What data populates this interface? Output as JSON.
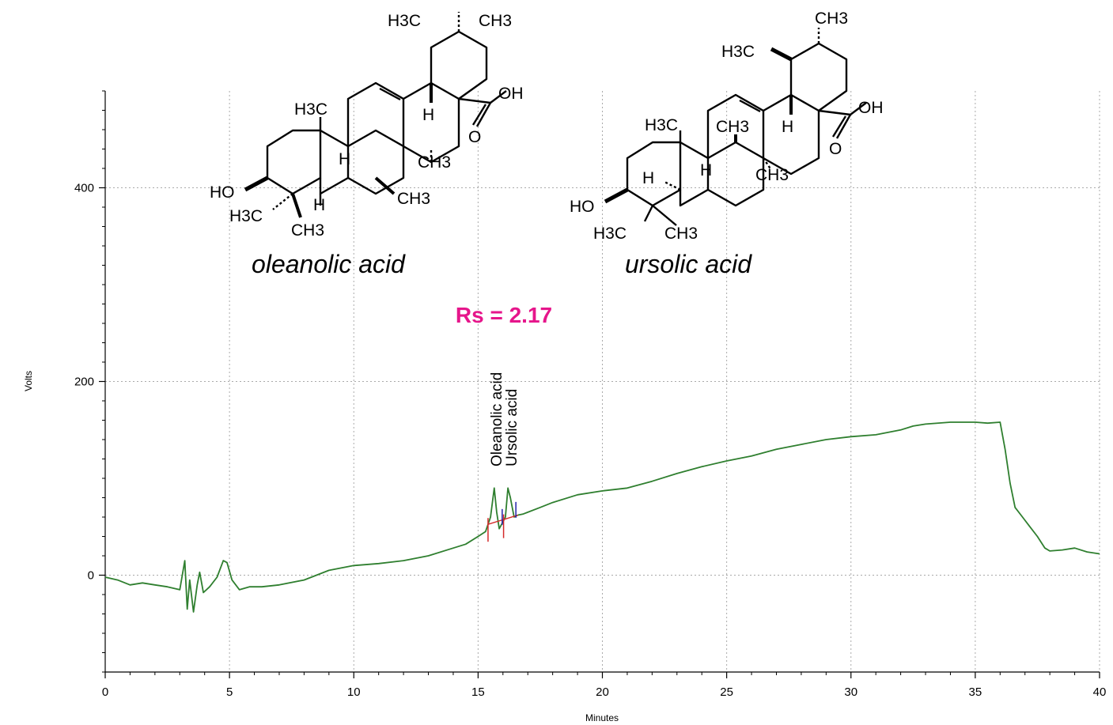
{
  "chart_data": {
    "type": "line",
    "title": "",
    "xlabel": "Minutes",
    "ylabel": "Volts",
    "xlim": [
      0,
      40
    ],
    "ylim": [
      -100,
      500
    ],
    "xticks": [
      0,
      5,
      10,
      15,
      20,
      25,
      30,
      35,
      40
    ],
    "yticks": [
      0,
      200,
      400
    ],
    "grid": true,
    "series": [
      {
        "color": "#2f7f2f",
        "x": [
          0,
          0.5,
          1,
          1.5,
          2,
          2.5,
          3,
          3.2,
          3.3,
          3.4,
          3.55,
          3.7,
          3.8,
          3.95,
          4.2,
          4.5,
          4.75,
          4.9,
          5.1,
          5.4,
          5.8,
          6.3,
          7,
          8,
          9,
          10,
          11,
          12,
          13,
          14,
          14.5,
          15,
          15.3,
          15.5,
          15.65,
          15.75,
          15.85,
          16.0,
          16.1,
          16.2,
          16.3,
          16.45,
          16.6,
          16.8,
          17,
          17.5,
          18,
          19,
          20,
          21,
          22,
          23,
          24,
          25,
          26,
          27,
          28,
          29,
          30,
          31,
          32,
          32.5,
          33,
          34,
          35,
          35.5,
          36,
          36.2,
          36.4,
          36.6,
          36.9,
          37.2,
          37.5,
          37.8,
          38,
          38.5,
          39,
          39.5,
          40
        ],
        "y": [
          -2,
          -5,
          -10,
          -8,
          -10,
          -12,
          -15,
          15,
          -35,
          -5,
          -38,
          -10,
          3,
          -18,
          -12,
          -2,
          15,
          13,
          -5,
          -15,
          -12,
          -12,
          -10,
          -5,
          5,
          10,
          12,
          15,
          20,
          28,
          32,
          40,
          45,
          60,
          90,
          65,
          48,
          55,
          60,
          90,
          80,
          60,
          62,
          63,
          65,
          70,
          75,
          83,
          87,
          90,
          97,
          105,
          112,
          118,
          123,
          130,
          135,
          140,
          143,
          145,
          150,
          154,
          156,
          158,
          158,
          157,
          158,
          130,
          95,
          70,
          60,
          50,
          40,
          28,
          25,
          26,
          28,
          24,
          22
        ]
      }
    ],
    "peaks": [
      {
        "label": "Oleanolic acid",
        "time": 15.75
      },
      {
        "label": "Ursolic acid",
        "time": 16.3
      }
    ],
    "baseline_color": "#d42a2a",
    "peak_marker_color": "#2222aa",
    "annotation": {
      "text": "Rs = 2.17",
      "color": "#e6168b"
    }
  },
  "structures": [
    {
      "name": "oleanolic acid",
      "labels": [
        "H3C",
        "CH3",
        "OH",
        "O",
        "H3C",
        "H",
        "H",
        "CH3",
        "HO",
        "H3C",
        "H",
        "CH3",
        "CH3"
      ]
    },
    {
      "name": "ursolic acid",
      "labels": [
        "CH3",
        "H3C",
        "OH",
        "O",
        "H3C",
        "CH3",
        "H",
        "H",
        "H",
        "CH3",
        "HO",
        "H3C",
        "CH3"
      ]
    }
  ]
}
